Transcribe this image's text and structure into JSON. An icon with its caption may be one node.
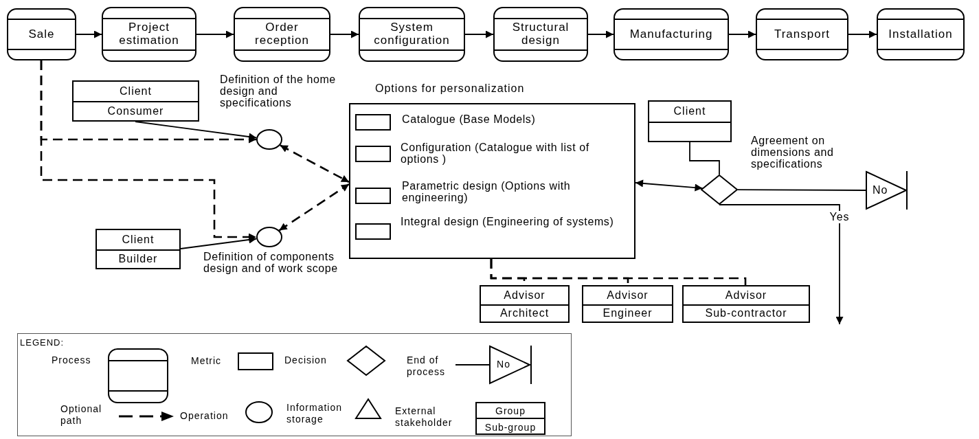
{
  "diagram": {
    "nodes": [
      {
        "text": [
          "Sale"
        ]
      },
      {
        "text": [
          "Project estimation"
        ]
      },
      {
        "text": [
          "Order reception"
        ]
      },
      {
        "text": [
          "System configuration"
        ]
      },
      {
        "text": [
          "Structural design"
        ]
      },
      {
        "text": [
          "Manufacturing"
        ]
      },
      {
        "text": [
          "Transport"
        ]
      },
      {
        "text": [
          "Installation"
        ]
      },
      {
        "text": [
          "Client",
          "Consumer"
        ]
      },
      {
        "text": [],
        "shape": "circle",
        "beside": [
          "Definition of the home design and specifications"
        ]
      },
      {
        "text": [
          "Client",
          "Builder"
        ]
      },
      {
        "text": [],
        "shape": "circle",
        "beside": [
          "Definition of components design and of work scope"
        ]
      },
      {
        "text": [
          "Options for personalization"
        ]
      },
      {
        "text": [],
        "shape": "box",
        "in": 12,
        "beside": [
          "Catalogue (Base Models)"
        ]
      },
      {
        "text": [],
        "shape": "box",
        "in": 12,
        "beside": [
          "Configuration (Catalogue with list of options )"
        ]
      },
      {
        "text": [],
        "shape": "box",
        "in": 12,
        "beside": [
          "Parametric design (Options with engineering)"
        ]
      },
      {
        "text": [],
        "shape": "box",
        "in": 12,
        "beside": [
          "Integral design (Engineering of systems)"
        ]
      },
      {
        "text": [
          "Client"
        ]
      },
      {
        "text": [],
        "shape": "diamond",
        "beside": [
          "Agreement on dimensions and specifications"
        ]
      },
      {
        "text": [
          "No"
        ]
      },
      {
        "text": [
          "Advisor",
          "Architect"
        ]
      },
      {
        "text": [
          "Advisor",
          "Engineer"
        ]
      },
      {
        "text": [
          "Advisor",
          "Sub-contractor"
        ]
      }
    ],
    "edges": [
      {
        "from": 0,
        "to": 1,
        "arrow": "to"
      },
      {
        "from": 1,
        "to": 2,
        "arrow": "to"
      },
      {
        "from": 2,
        "to": 3,
        "arrow": "to"
      },
      {
        "from": 3,
        "to": 4,
        "arrow": "to"
      },
      {
        "from": 4,
        "to": 5,
        "arrow": "to"
      },
      {
        "from": 5,
        "to": 6,
        "arrow": "to"
      },
      {
        "from": 6,
        "to": 7,
        "arrow": "to"
      },
      {
        "from": 0,
        "to": 9,
        "arrow": "to",
        "style": "dashed"
      },
      {
        "from": 0,
        "to": 11,
        "arrow": "to",
        "style": "dashed"
      },
      {
        "from": 8,
        "to": 9,
        "arrow": "to"
      },
      {
        "from": 10,
        "to": 11,
        "arrow": "to"
      },
      {
        "from": 9,
        "to": 12,
        "arrow": "both",
        "style": "dashed"
      },
      {
        "from": 11,
        "to": 12,
        "arrow": "both",
        "style": "dashed"
      },
      {
        "from": 12,
        "to": 18,
        "arrow": "both"
      },
      {
        "from": 17,
        "to": 18,
        "arrow": "none"
      },
      {
        "from": 18,
        "to": 19,
        "arrow": "none"
      },
      {
        "from": 18,
        "to": null,
        "arrow": "to",
        "label": "Yes"
      },
      {
        "from": 12,
        "to": 20,
        "arrow": "none",
        "style": "dashed"
      },
      {
        "from": 12,
        "to": 21,
        "arrow": "none",
        "style": "dashed"
      },
      {
        "from": 12,
        "to": 22,
        "arrow": "none",
        "style": "dashed"
      }
    ],
    "labels": [
      "LEGEND:",
      "No",
      "Group",
      "Sub-group"
    ],
    "legend": [
      {
        "text": "Process"
      },
      {
        "text": "Metric"
      },
      {
        "text": "Decision"
      },
      {
        "text": "End of process"
      },
      {
        "text": "Optional path"
      },
      {
        "text": "Operation"
      },
      {
        "text": "Information storage"
      },
      {
        "text": "External stakeholder"
      }
    ]
  }
}
